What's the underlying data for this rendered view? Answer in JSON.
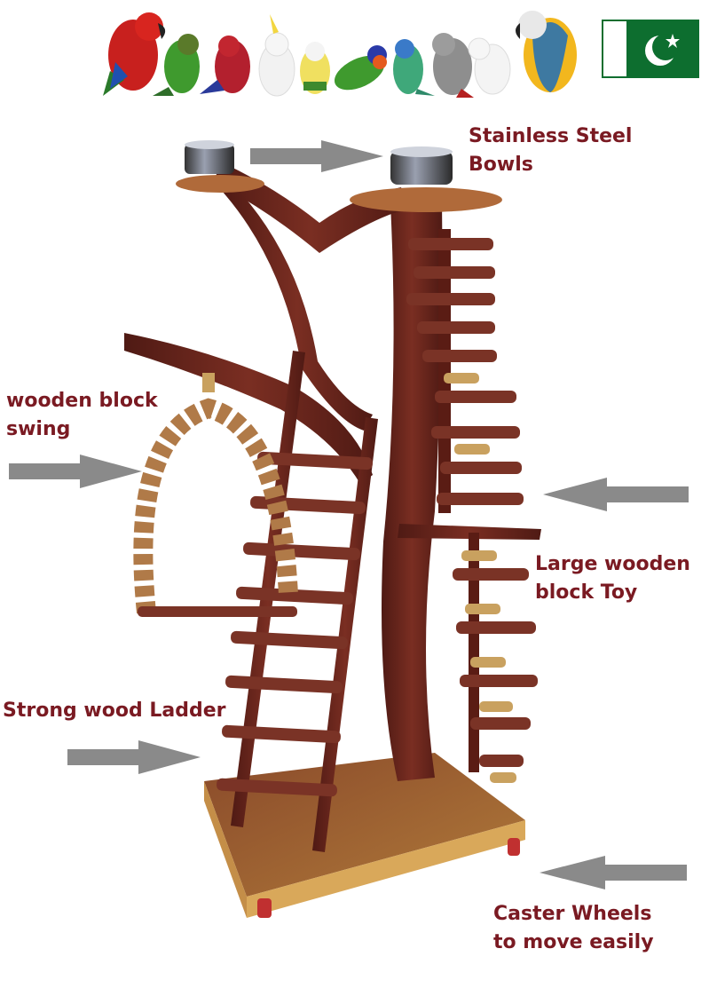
{
  "labels": {
    "bowls": [
      "Stainless Steel",
      "Bowls"
    ],
    "swing": [
      "wooden block",
      "swing"
    ],
    "toy": [
      "Large wooden",
      "block Toy"
    ],
    "ladder": [
      "Strong wood Ladder"
    ],
    "wheels": [
      "Caster Wheels",
      "to move easily"
    ]
  },
  "colors": {
    "label_text": "#7a1a22",
    "arrow": "#8a8a8a",
    "wood": "#6e2a20",
    "wood_light": "#c9a15f",
    "base": "#b07a3a",
    "flag_green": "#0d6e2f"
  },
  "icons": {
    "flag": "pakistan-flag-icon",
    "parrots": [
      "macaw-icon",
      "conure-icon",
      "eclectus-icon",
      "cockatoo-icon",
      "caique-icon",
      "lorikeet-icon",
      "parakeet-icon",
      "grey-parrot-icon",
      "corella-icon",
      "blue-gold-macaw-icon"
    ]
  }
}
